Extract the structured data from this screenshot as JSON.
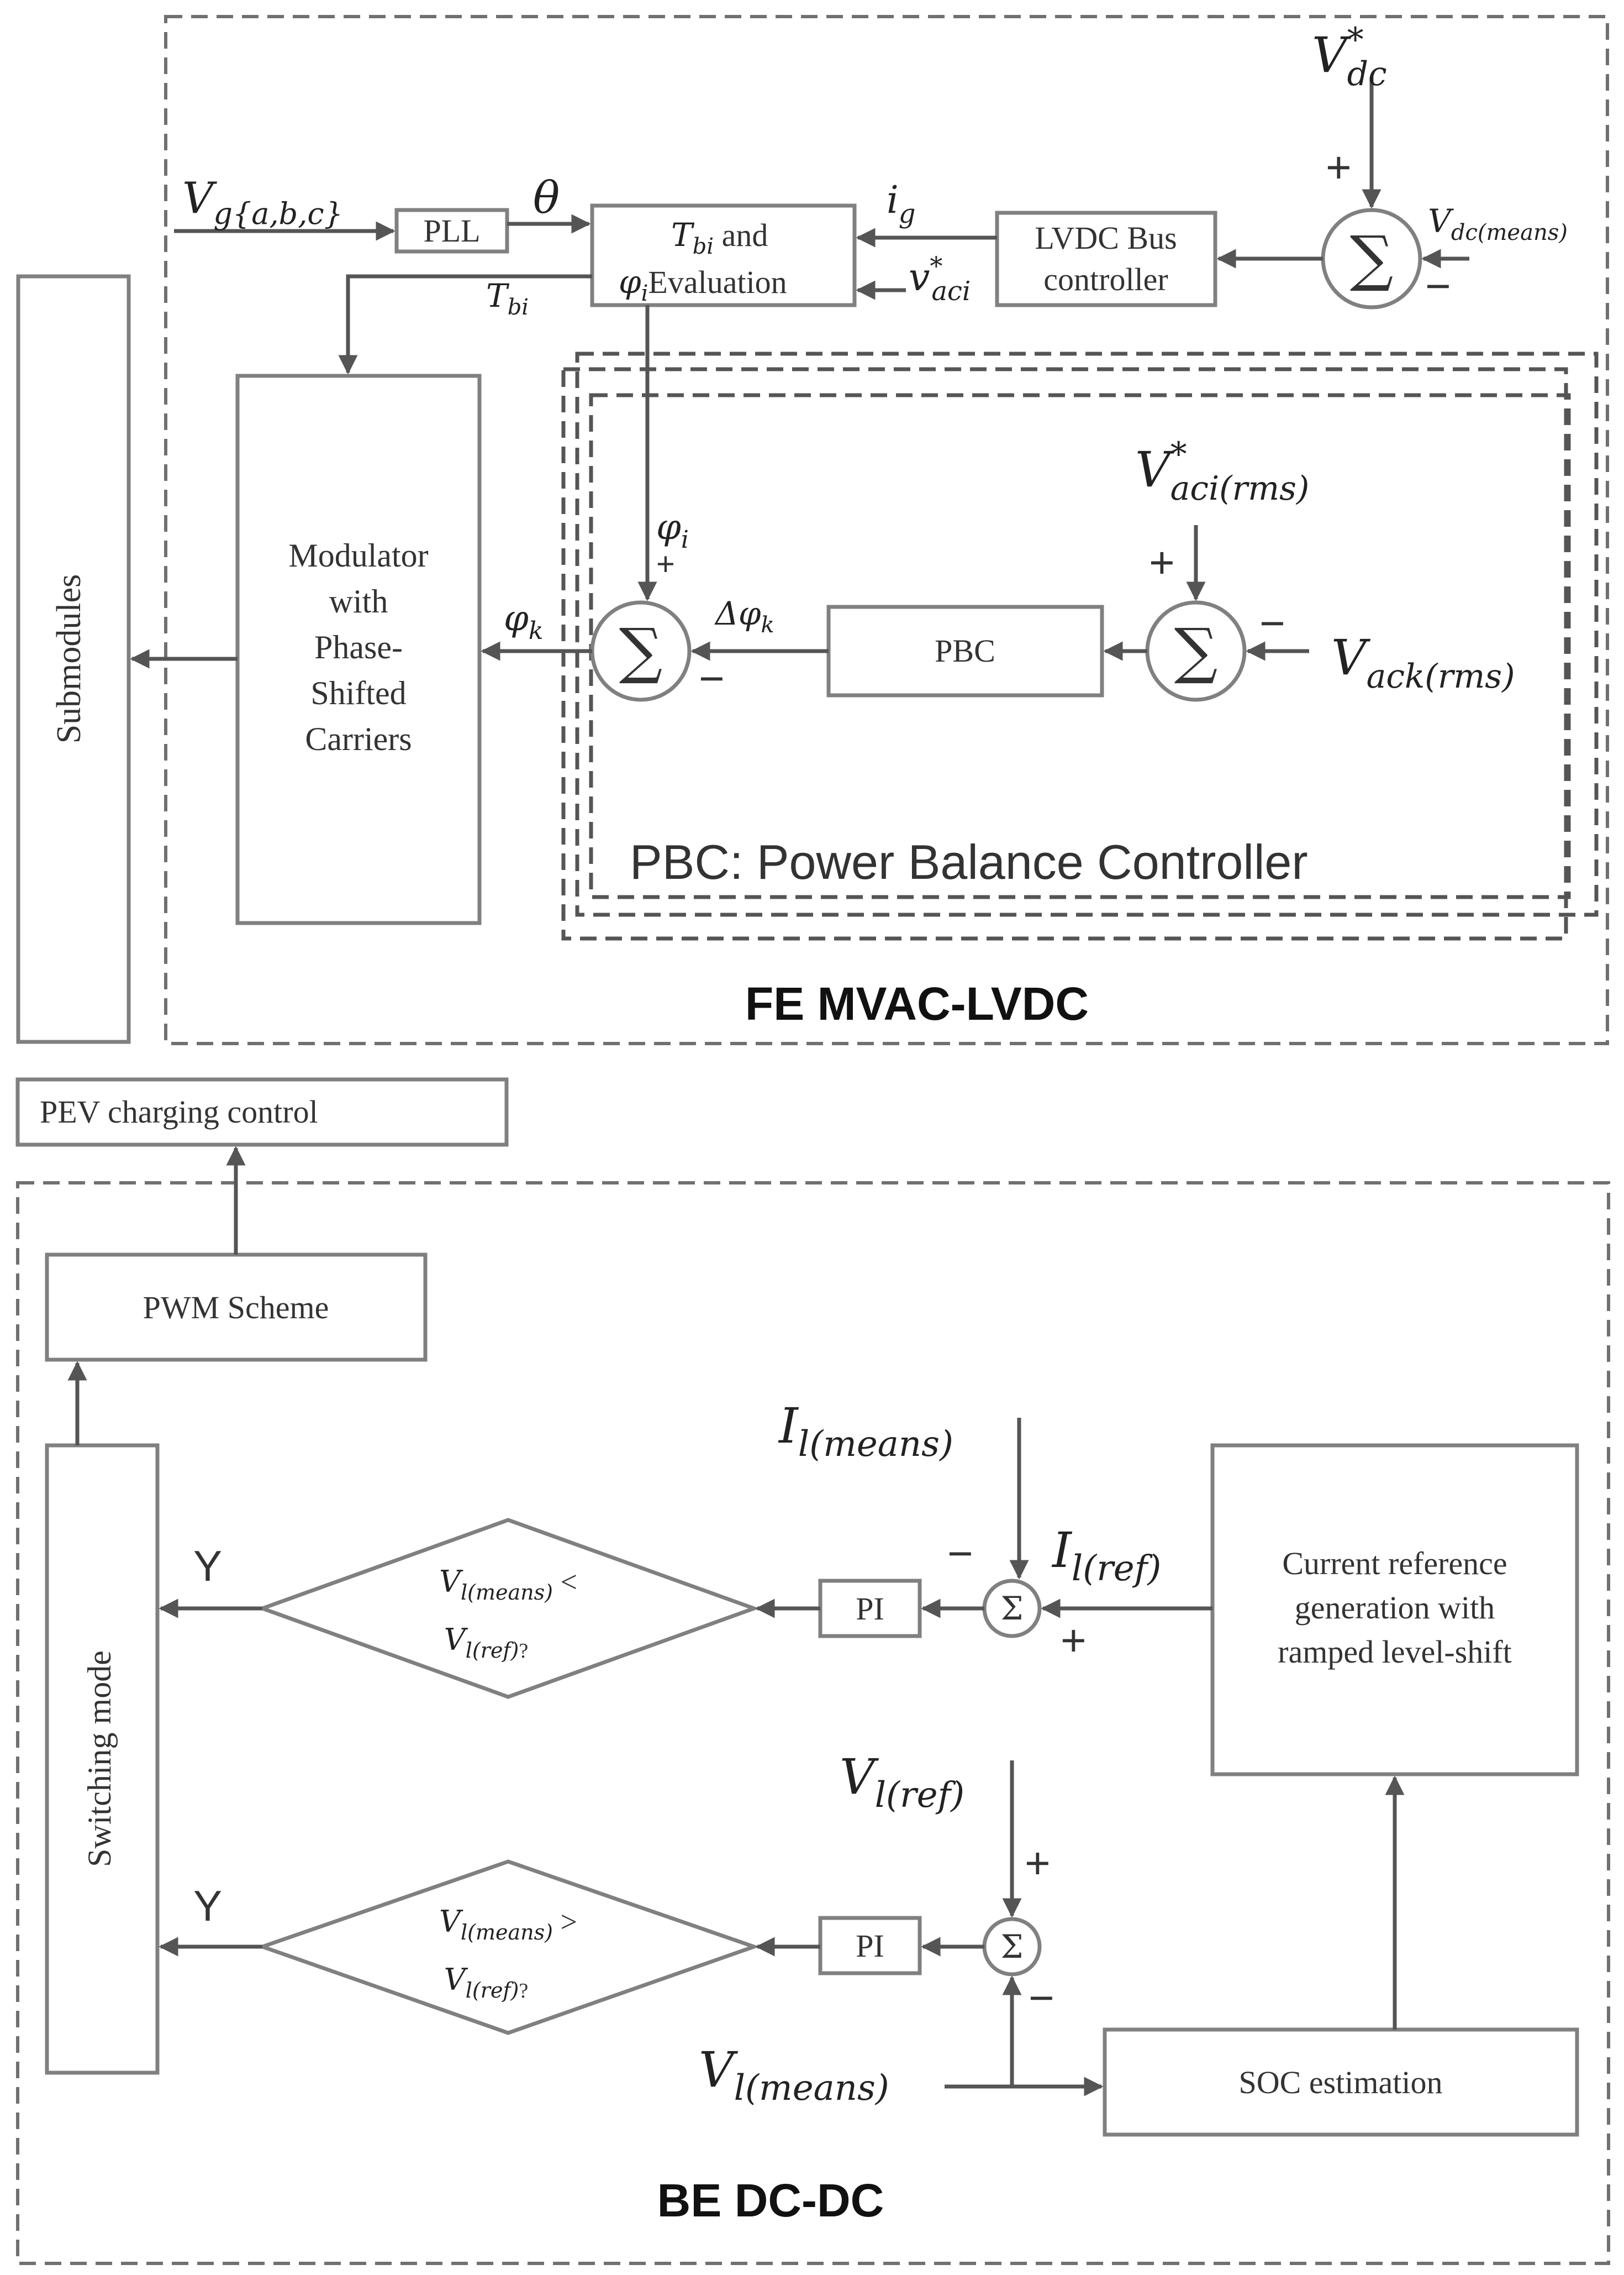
{
  "sections": {
    "fe_title": "FE MVAC-LVDC",
    "be_title": "BE DC-DC",
    "pbc_caption": "PBC: Power Balance Controller"
  },
  "blocks": {
    "submodules": "Submodules",
    "pll": "PLL",
    "tbi_eval_l1": "T_bi and",
    "tbi_eval_l2": "φ_i Evaluation",
    "lvdc_l1": "LVDC Bus",
    "lvdc_l2": "controller",
    "mod_l1": "Modulator",
    "mod_l2": "with",
    "mod_l3": "Phase-",
    "mod_l4": "Shifted",
    "mod_l5": "Carriers",
    "pbc": "PBC",
    "pev": "PEV charging control",
    "pwm": "PWM Scheme",
    "switching": "Switching mode",
    "pi_top": "PI",
    "pi_bottom": "PI",
    "current_ref_l1": "Current reference",
    "current_ref_l2": "generation with",
    "current_ref_l3": "ramped level-shift",
    "soc": "SOC estimation"
  },
  "decisions": {
    "top_l1": "V_l(means) <",
    "top_l2": "V_l(ref)?",
    "bottom_l1": "V_l(means) >",
    "bottom_l2": "V_l(ref)?",
    "yes_top": "Y",
    "yes_bottom": "Y"
  },
  "signals": {
    "vg": "V_g{a,b,c}",
    "theta": "θ",
    "ig": "i_g",
    "vaci_star": "v*_aci",
    "tbi": "T_bi",
    "vdc_star": "V*_dc",
    "vdc_means": "V_dc(means)",
    "phi_i": "φ_i",
    "phi_k": "φ_k",
    "delta_phi_k": "Δφ_k",
    "vaci_rms_star": "V*_aci(rms)",
    "vack_rms": "V_ack(rms)",
    "il_means": "I_l(means)",
    "il_ref": "I_l(ref)",
    "vl_ref": "V_l(ref)",
    "vl_means": "V_l(means)"
  },
  "symbols": {
    "sum": "∑",
    "sum_small": "Σ",
    "plus": "+",
    "minus": "−"
  }
}
